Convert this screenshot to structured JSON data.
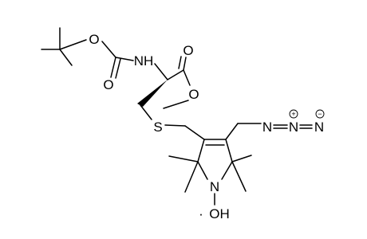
{
  "molecule": {
    "atom_labels": {
      "boc_ether_oxygen": "O",
      "boc_carbonyl_oxygen": "O",
      "amide_nitrogen": "NH",
      "ester_carbonyl_oxygen": "O",
      "ester_methoxy_oxygen": "O",
      "thioether_sulfur": "S",
      "azide_nitrogen_1": "N",
      "azide_nitrogen_2": "N",
      "azide_nitrogen_3": "N",
      "ring_nitrogen": "N",
      "hydroxyl": "OH"
    },
    "charges": {
      "azide_nitrogen_2_charge": "+",
      "azide_nitrogen_3_charge": "−"
    },
    "radical_dot": "·",
    "colors": {
      "ink": "#000000",
      "background": "#ffffff"
    }
  }
}
